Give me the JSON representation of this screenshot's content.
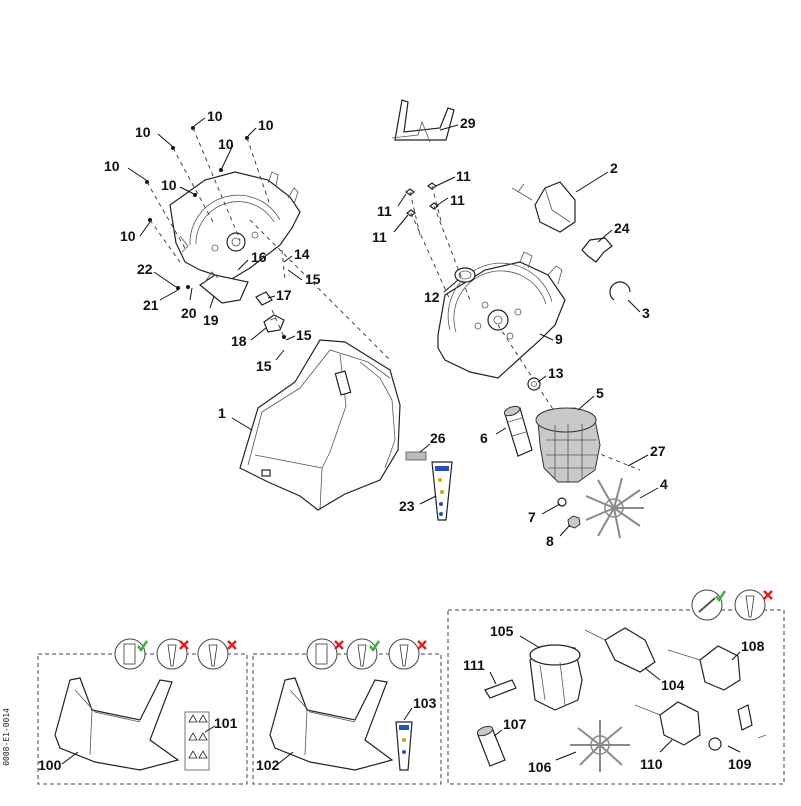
{
  "diagram": {
    "side_code": "0008-E1-0014",
    "callouts": {
      "c1": "1",
      "c2": "2",
      "c3": "3",
      "c4": "4",
      "c5": "5",
      "c6": "6",
      "c7": "7",
      "c8": "8",
      "c9": "9",
      "c10": "10",
      "c11": "11",
      "c12": "12",
      "c13": "13",
      "c14": "14",
      "c15": "15",
      "c16": "16",
      "c17": "17",
      "c18": "18",
      "c19": "19",
      "c20": "20",
      "c21": "21",
      "c22": "22",
      "c23": "23",
      "c24": "24",
      "c26": "26",
      "c27": "27",
      "c29": "29",
      "c100": "100",
      "c101": "101",
      "c102": "102",
      "c103": "103",
      "c104": "104",
      "c105": "105",
      "c106": "106",
      "c107": "107",
      "c108": "108",
      "c109": "109",
      "c110": "110",
      "c111": "111"
    },
    "variant_status": {
      "accepted_color": "#3cb043",
      "rejected_color": "#e02020"
    }
  }
}
